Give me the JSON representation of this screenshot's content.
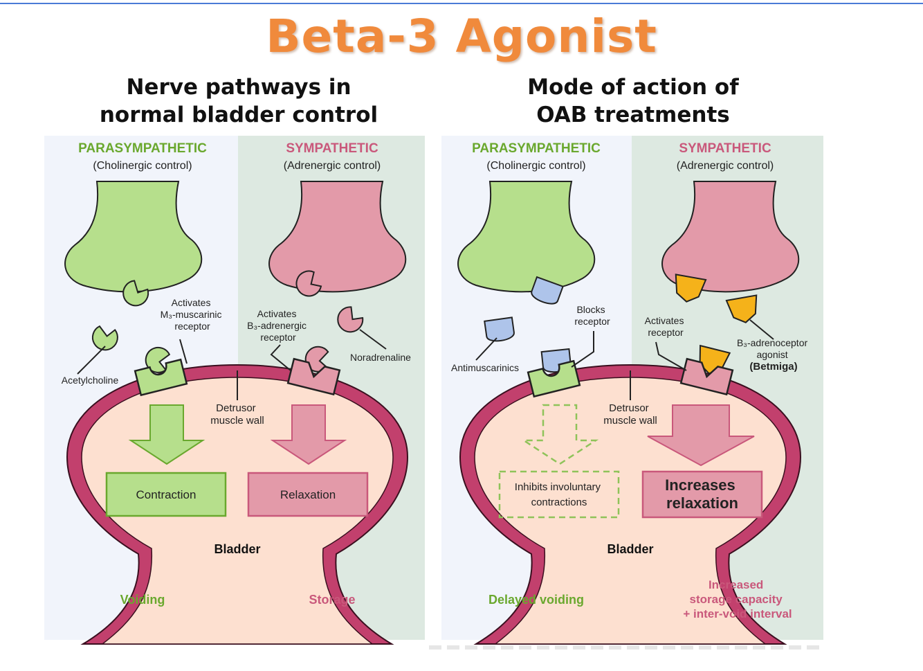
{
  "title": "Beta-3 Agonist",
  "left_panel": {
    "title_line1": "Nerve pathways in",
    "title_line2": "normal bladder control",
    "para_heading": "PARASYMPATHETIC",
    "para_sub": "(Cholinergic control)",
    "symp_heading": "SYMPATHETIC",
    "symp_sub": "(Adrenergic control)",
    "activates_m3": [
      "Activates",
      "M₃-muscarinic",
      "receptor"
    ],
    "activates_b3": [
      "Activates",
      "B₃-adrenergic",
      "receptor"
    ],
    "acetylcholine": "Acetylcholine",
    "noradrenaline": "Noradrenaline",
    "detrusor": [
      "Detrusor",
      "muscle wall"
    ],
    "contraction": "Contraction",
    "relaxation": "Relaxation",
    "bladder": "Bladder",
    "voiding": "Voiding",
    "storage": "Storage"
  },
  "right_panel": {
    "title_line1": "Mode of action of",
    "title_line2": "OAB treatments",
    "para_heading": "PARASYMPATHETIC",
    "para_sub": "(Cholinergic control)",
    "symp_heading": "SYMPATHETIC",
    "symp_sub": "(Adrenergic control)",
    "blocks": [
      "Blocks",
      "receptor"
    ],
    "activates": [
      "Activates",
      "receptor"
    ],
    "agonist": [
      "B₃-adrenoceptor",
      "agonist",
      "(Betmiga)"
    ],
    "antimuscarinics": "Antimuscarinics",
    "detrusor": [
      "Detrusor",
      "muscle wall"
    ],
    "inhibits": [
      "Inhibits involuntary",
      "contractions"
    ],
    "increases": [
      "Increases",
      "relaxation"
    ],
    "bladder": "Bladder",
    "delayed_voiding": "Delayed voiding",
    "increased": [
      "Increased",
      "storage capacity",
      "+ inter-void interval"
    ]
  },
  "colors": {
    "title_orange": "#f08a3c",
    "green_fill": "#b6df8c",
    "green_text": "#6aa82e",
    "pink_fill": "#e39aa9",
    "pink_text": "#c9587b",
    "bladder_wall": "#c2406d",
    "bladder_inner": "#fde0d0",
    "blue_drug": "#aec4ea",
    "yellow_drug": "#f5b21a"
  }
}
